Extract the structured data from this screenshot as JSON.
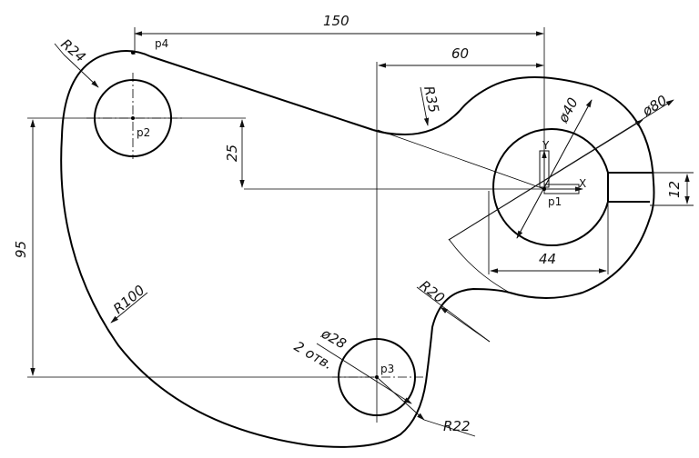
{
  "dimensions": {
    "overall_width": "150",
    "offset_60": "60",
    "vertical_95": "95",
    "vertical_25": "25",
    "slot_height": "12",
    "slot_length": "44",
    "radius_r24": "R24",
    "radius_r35": "R35",
    "radius_r20": "R20",
    "radius_r22": "R22",
    "radius_r100": "R100",
    "diameter_40": "ø40",
    "diameter_80": "ø80",
    "diameter_28": "ø28",
    "holes_count": "2 отв."
  },
  "points": {
    "p1": "p1",
    "p2": "p2",
    "p3": "p3",
    "p4": "p4"
  },
  "axes": {
    "x_label": "X",
    "y_label": "Y"
  },
  "colors": {
    "outline": "#000000",
    "dimension": "#111111",
    "background": "#ffffff"
  }
}
